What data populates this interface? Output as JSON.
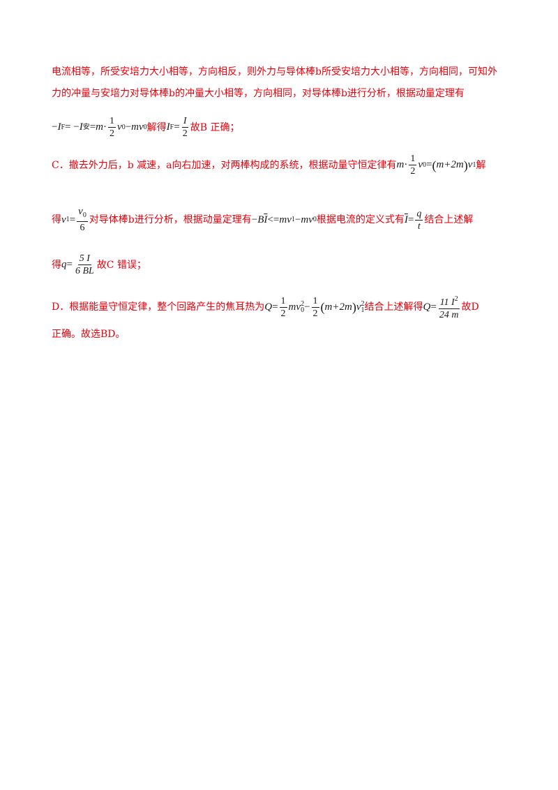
{
  "para1": {
    "line1": "电流相等，所受安培力大小相等，方向相反，则外力与导体棒b所受安培力大小相等，方向相同，可知外",
    "line2": "力的冲量与安培力对导体棒b的冲量大小相等，方向相同，对导体棒b进行分析，根据动量定理有"
  },
  "eq1": {
    "lhs": "−",
    "I": "I",
    "subF": "F",
    "eq": "= −",
    "I2": "I",
    "sub_an": "安",
    "eq2": "= ",
    "m": "m",
    "dot": " · ",
    "frac_num": "1",
    "frac_den": "2",
    "v0": "v",
    "sub0": "0",
    "minus": " − ",
    "m2": "m",
    "v0b": "v",
    "sub0b": "0",
    "text1": "解得",
    "I3": "I",
    "subF2": "F",
    "eq3": "=",
    "frac2_num": "I",
    "frac2_den": "2",
    "text2": "故B 正确；"
  },
  "optionC": {
    "text1": "C．撤去外力后，b 减速，a向右加速，对两棒构成的系统，根据动量守恒定律有",
    "m": "m",
    "dot": " · ",
    "frac_num": "1",
    "frac_den": "2",
    "v": "v",
    "sub0": "0",
    "eq": "=",
    "lparen": "(",
    "inner": "m+2",
    "inner_m": "m",
    "rparen": ")",
    "v1": "v",
    "sub1": "1",
    "text2": "解"
  },
  "optionC2": {
    "text1": "得",
    "v1": "v",
    "sub1": "1",
    "eq": "=",
    "frac_num_v": "v",
    "frac_num_sub": "0",
    "frac_den": "6",
    "text2": "对导体棒b进行分析，根据动量定理有",
    "minus": "−",
    "B": "B",
    "Ibar": "I",
    "lt": "<",
    "eq2": "=",
    "m": "m",
    "v1b": "v",
    "sub1b": "1",
    "minus2": " − ",
    "m2": "m",
    "v0": "v",
    "sub0": "0",
    "text3": "根据电流的定义式有",
    "Ibar2": "I",
    "eq3": "=",
    "frac2_num": "q",
    "frac2_den": "t",
    "text4": "结合上述解"
  },
  "optionC3": {
    "text1": "得",
    "q": "q",
    "eq": "=",
    "frac_num": "5 I",
    "frac_den": "6 BL",
    "text2": "故C 错误；"
  },
  "optionD": {
    "text1": "D．根据能量守恒定律，整个回路产生的焦耳热为",
    "Q": "Q",
    "eq": "=",
    "frac_num": "1",
    "frac_den": "2",
    "m": "m",
    "v0": "v",
    "sub0": "0",
    "sup2": "2",
    "minus": "−",
    "frac2_num": "1",
    "frac2_den": "2",
    "lparen": "(",
    "inner": "m+2",
    "inner_m": "m",
    "rparen": ")",
    "v1": "v",
    "sup2b": "2",
    "sub1": "1",
    "text2": "结合上述解得",
    "Q2": "Q",
    "eq2": "=",
    "frac3_num": "11 I",
    "frac3_num_sup": "2",
    "frac3_den": "24 m",
    "text3": "故D"
  },
  "optionD2": {
    "text": "正确。故选BD。"
  }
}
